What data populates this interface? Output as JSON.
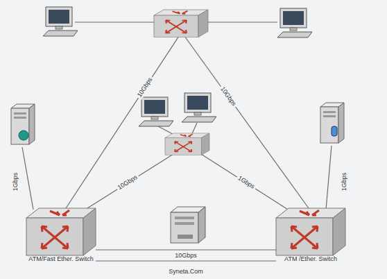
{
  "diagram": {
    "nodes": [
      {
        "text": [
          "ATM/Fast Ether. Switch"
        ]
      },
      {
        "text": [
          "ATM /Ether. Switch"
        ]
      }
    ],
    "edges": [
      {
        "from": 0,
        "to": 1,
        "arrow": "none",
        "label": "10Gbps"
      },
      {
        "from": 0,
        "to": 1,
        "arrow": "none"
      }
    ],
    "labels": [
      "10Gbps",
      "10Gbps",
      "10Gbps",
      "1Gbps",
      "1Gbps",
      "1Gbps",
      "Syneta.Com"
    ]
  }
}
